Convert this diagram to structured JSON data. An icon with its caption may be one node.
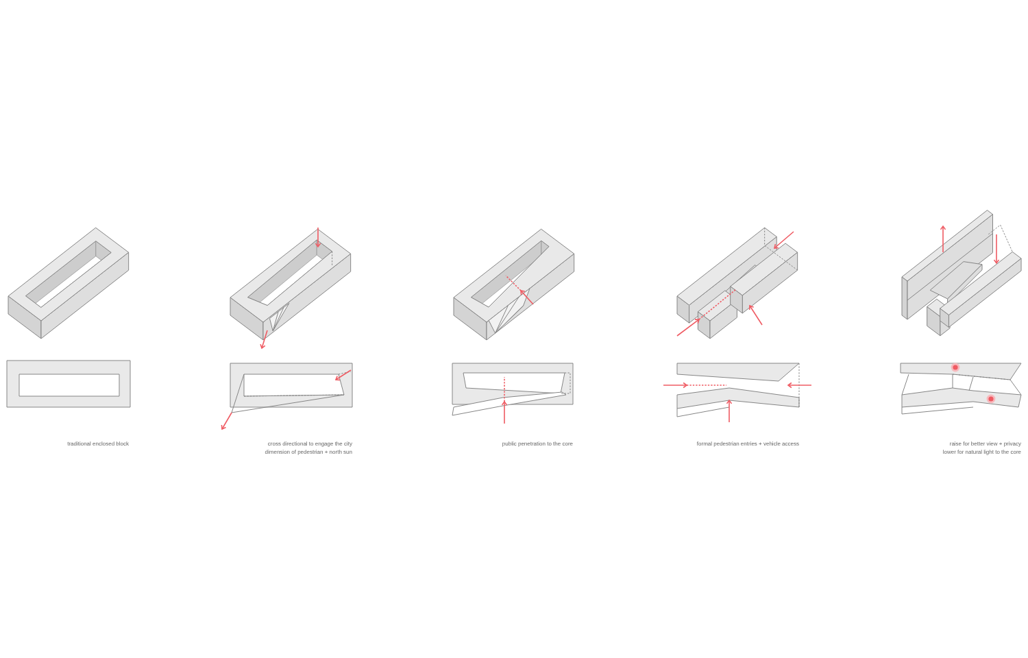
{
  "diagram": {
    "labels": [
      "traditional enclosed block",
      "cross directional to engage the city dimension of pedestrian + north sun",
      "public penetration to the core",
      "formal pedestrian entries + vehicle access",
      "raise for better view + privacy lower for natural light to the core"
    ]
  }
}
